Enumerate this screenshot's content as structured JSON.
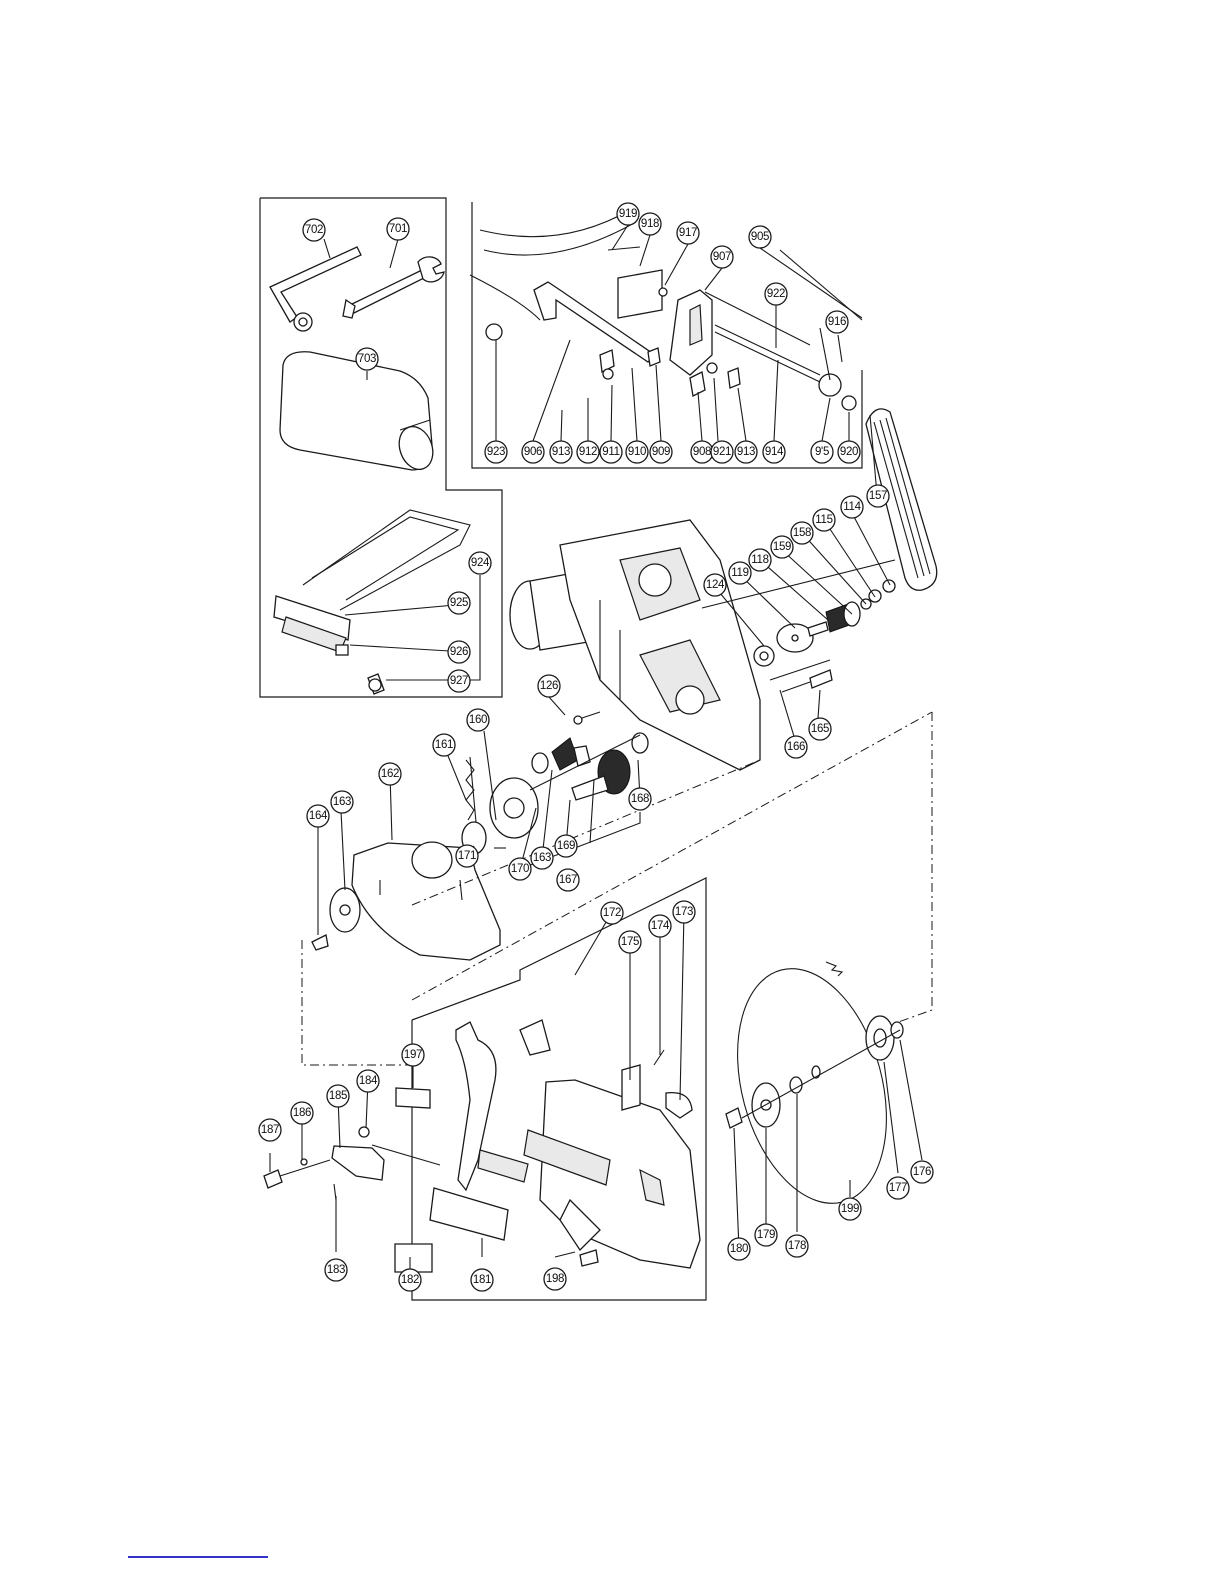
{
  "callouts": {
    "c702": "702",
    "c701": "701",
    "c703": "703",
    "c924": "924",
    "c925": "925",
    "c926": "926",
    "c927": "927",
    "c919": "919",
    "c918": "918",
    "c917": "917",
    "c905": "905",
    "c907": "907",
    "c922": "922",
    "c916": "916",
    "c923": "923",
    "c906": "906",
    "c913a": "913",
    "c912": "912",
    "c911": "911",
    "c910": "910",
    "c909": "909",
    "c908": "908",
    "c921": "921",
    "c913b": "913",
    "c914": "914",
    "c915": "9'5",
    "c920": "920",
    "c157": "157",
    "c114": "114",
    "c115": "115",
    "c158": "158",
    "c159": "159",
    "c118": "118",
    "c119": "119",
    "c124": "124",
    "c126": "126",
    "c165": "165",
    "c166": "166",
    "c160": "160",
    "c161": "161",
    "c162": "162",
    "c163": "163",
    "c164": "164",
    "c171": "171",
    "c170": "170",
    "c163b": "163",
    "c169": "169",
    "c167": "167",
    "c168": "168",
    "c172": "172",
    "c174": "174",
    "c173": "173",
    "c175": "175",
    "c197": "197",
    "c187": "187",
    "c186": "186",
    "c185": "185",
    "c184": "184",
    "c183": "183",
    "c182": "182",
    "c181": "181",
    "c198": "198",
    "c180": "180",
    "c179": "179",
    "c178": "178",
    "c199": "199",
    "c177": "177",
    "c176": "176"
  },
  "icons": [
    "wrench-icon",
    "hex-key-icon",
    "dust-bag-icon",
    "clamp-icon",
    "saw-blade-icon",
    "motor-icon",
    "gear-icon",
    "belt-icon"
  ]
}
